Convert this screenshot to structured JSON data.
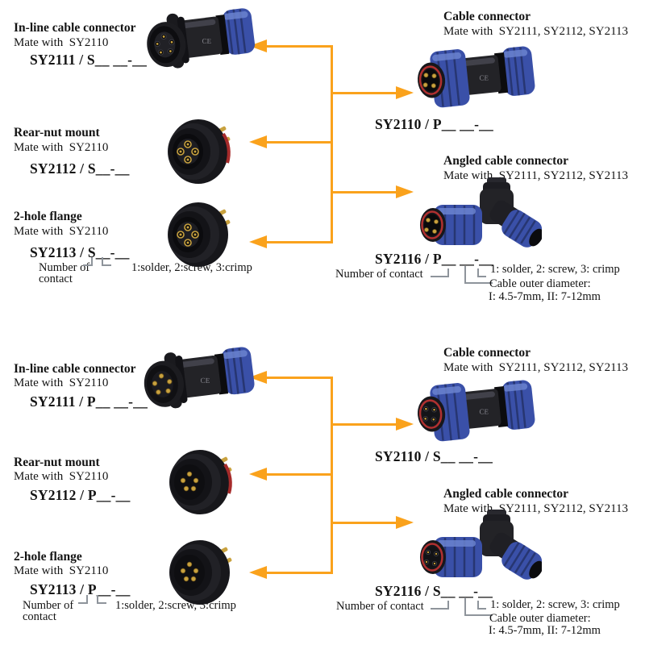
{
  "colors": {
    "arrow": "#FAA21C",
    "text": "#141414",
    "blue": "#3A50A8",
    "blue_dark": "#273672",
    "blue_light": "#6B82CF",
    "gold": "#C9A23F",
    "red": "#B03030",
    "leader": "#8E949B"
  },
  "top": {
    "left": [
      {
        "title": "In-line cable connector",
        "mate": "Mate with  SY2110",
        "part": "SY2111 / S__ __-__"
      },
      {
        "title": "Rear-nut mount",
        "mate": "Mate with  SY2110",
        "part": "SY2112 / S__-__"
      },
      {
        "title": "2-hole flange",
        "mate": "Mate with  SY2110",
        "part": "SY2113 / S__-__",
        "note_line1": "Number of",
        "note_line2": "contact",
        "annotation": "1:solder, 2:screw, 3:crimp"
      }
    ],
    "right": [
      {
        "title": "Cable connector",
        "mate": "Mate with  SY2111, SY2112, SY2113",
        "part": "SY2110 / P__ __-__"
      },
      {
        "title": "Angled cable connector",
        "mate": "Mate with  SY2111, SY2112, SY2113",
        "part": "SY2116 / P__ __-__",
        "note": "Number of contact",
        "annotation1": "1: solder, 2: screw, 3: crimp",
        "annotation2": "Cable outer diameter:",
        "annotation3": "I: 4.5-7mm, II: 7-12mm"
      }
    ]
  },
  "bottom": {
    "left": [
      {
        "title": "In-line cable connector",
        "mate": "Mate with  SY2110",
        "part": "SY2111 / P__ __-__"
      },
      {
        "title": "Rear-nut mount",
        "mate": "Mate with  SY2110",
        "part": "SY2112 / P__-__"
      },
      {
        "title": "2-hole flange",
        "mate": "Mate with  SY2110",
        "part": "SY2113 / P__-__",
        "note_line1": "Number of",
        "note_line2": "contact",
        "annotation": "1:solder, 2:screw, 3:crimp"
      }
    ],
    "right": [
      {
        "title": "Cable connector",
        "mate": "Mate with  SY2111, SY2112, SY2113",
        "part": "SY2110 / S__ __-__"
      },
      {
        "title": "Angled cable connector",
        "mate": "Mate with  SY2111, SY2112, SY2113",
        "part": "SY2116 / S__ __-__",
        "note": "Number of contact",
        "annotation1": "1: solder, 2: screw, 3: crimp",
        "annotation2": "Cable outer diameter:",
        "annotation3": "I: 4.5-7mm, II: 7-12mm"
      }
    ]
  }
}
